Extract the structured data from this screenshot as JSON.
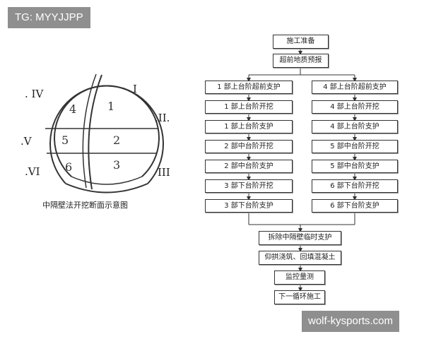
{
  "watermark_top": "TG: MYYJJPP",
  "watermark_bottom": "wolf-kysports.com",
  "section_diagram": {
    "caption": "中隔壁法开挖断面示意图",
    "roman_labels": [
      "I",
      ".II.",
      "III",
      ". IV",
      ".V",
      ".VI"
    ],
    "part_numbers": [
      "1",
      "2",
      "3",
      "4",
      "5",
      "6"
    ]
  },
  "flowchart": {
    "top_steps": [
      "施工准备",
      "超前地质预报"
    ],
    "left_steps": [
      "1 部上台阶超前支护",
      "1 部上台阶开挖",
      "1 部上台阶支护",
      "2 部中台阶开挖",
      "2 部中台阶支护",
      "3 部下台阶开挖",
      "3 部下台阶支护"
    ],
    "right_steps": [
      "4 部上台阶超前支护",
      "4 部上台阶开挖",
      "4 部上台阶支护",
      "5 部中台阶开挖",
      "5 部中台阶支护",
      "6 部下台阶开挖",
      "6 部下台阶支护"
    ],
    "bottom_steps": [
      "拆除中隔壁临时支护",
      "仰拱浇筑、回填混凝土",
      "监控量测",
      "下一循环施工"
    ]
  }
}
